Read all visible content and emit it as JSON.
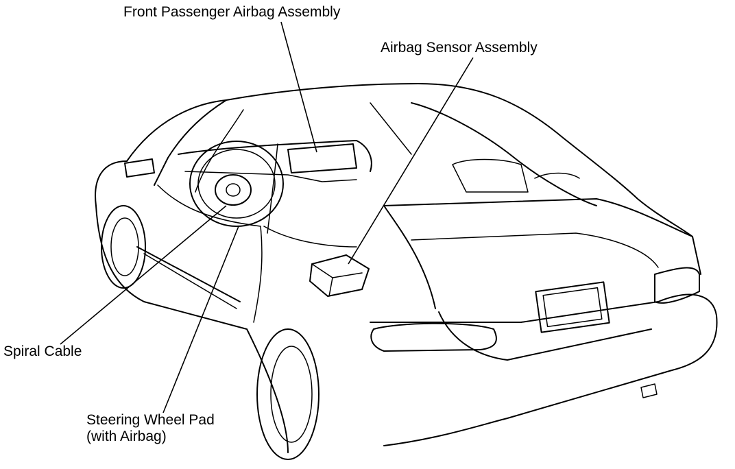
{
  "labels": {
    "front_passenger_airbag": "Front Passenger Airbag Assembly",
    "airbag_sensor": "Airbag Sensor Assembly",
    "spiral_cable": "Spiral Cable",
    "steering_wheel_pad_line1": "Steering Wheel Pad",
    "steering_wheel_pad_line2": "(with Airbag)"
  },
  "colors": {
    "line": "#000000",
    "background": "#ffffff"
  }
}
